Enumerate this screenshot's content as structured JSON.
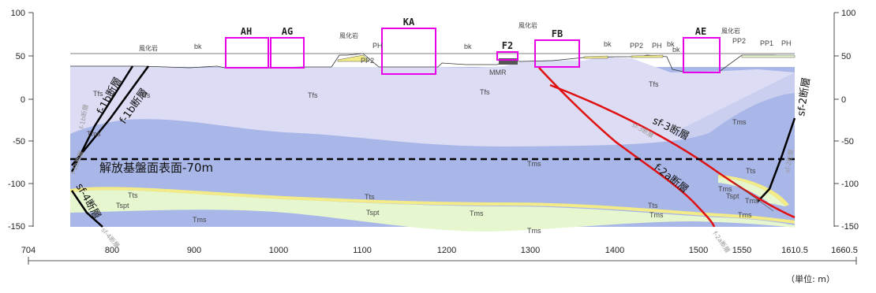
{
  "left_axis_ticks": [
    "100",
    "50",
    "0",
    "-50",
    "-100",
    "-150"
  ],
  "right_axis_ticks": [
    "100",
    "50",
    "0",
    "-50",
    "-100",
    "-150"
  ],
  "x_axis_ticks": [
    "704",
    "800",
    "900",
    "1000",
    "1100",
    "1200",
    "1300",
    "1400",
    "1500",
    "1550",
    "1610.5",
    "1660.5"
  ],
  "unit_label": "（単位: m）",
  "facilities": [
    "AH",
    "AG",
    "KA",
    "F2",
    "FB",
    "AE"
  ],
  "surface_labels": {
    "weathered_1": "風化岩",
    "weathered_2": "風化岩",
    "weathered_3": "風化岩",
    "weathered_4": "風化岩",
    "bk_1": "bk",
    "bk_2": "bk",
    "bk_3": "bk",
    "bk_4": "bk",
    "bk_5": "bk",
    "ph_1": "PH",
    "ph_2": "PH",
    "ph_3": "PH",
    "pp2_1": "PP2",
    "pp2_2": "PP2",
    "pp2_3": "PP2",
    "pp1": "PP1",
    "mmr": "MMR"
  },
  "unit_labels": {
    "tfs_1": "Tfs",
    "tfs_2": "Tfs",
    "tfs_3": "Tfs",
    "tfs_4": "Tfs",
    "tfs_5": "Tfs",
    "tms_1": "Tms",
    "tms_2": "Tms",
    "tms_3": "Tms",
    "tms_4": "Tms",
    "tms_5": "Tms",
    "tms_6": "Tms",
    "tms_7": "Tms",
    "tms_8": "Tms",
    "tms_9": "Tms",
    "tms_10": "Tms",
    "tts_1": "Tts",
    "tts_2": "Tts",
    "tts_3": "Tts",
    "tts_4": "Tts",
    "tspt_1": "Tspt",
    "tspt_2": "Tspt",
    "tspt_3": "Tspt"
  },
  "faults": {
    "f1b_1": "f-1b断層",
    "f1b_2": "f-1b断層",
    "sf2": "sf-2断層",
    "sf3": "sf-3断層",
    "f2a": "f-2a断層",
    "sf4": "sf-4断層"
  },
  "faint_fault_labels": {
    "f1b_a": "f-1b断層",
    "f1b_b": "f-1b断層",
    "sf3": "sf-3断層",
    "sf4": "sf-4断層",
    "f2a": "f-2a断層",
    "sf2": "sf-2断層"
  },
  "base_surface_label": "解放基盤面表面-70m",
  "colors": {
    "tfs": "#dcdcf5",
    "tms": "#a9b6e8",
    "tspt": "#e6f7cf",
    "tts": "#f2eb87",
    "fault_red": "#e01010",
    "facility": "#e800e8",
    "fault_black": "#000000"
  }
}
